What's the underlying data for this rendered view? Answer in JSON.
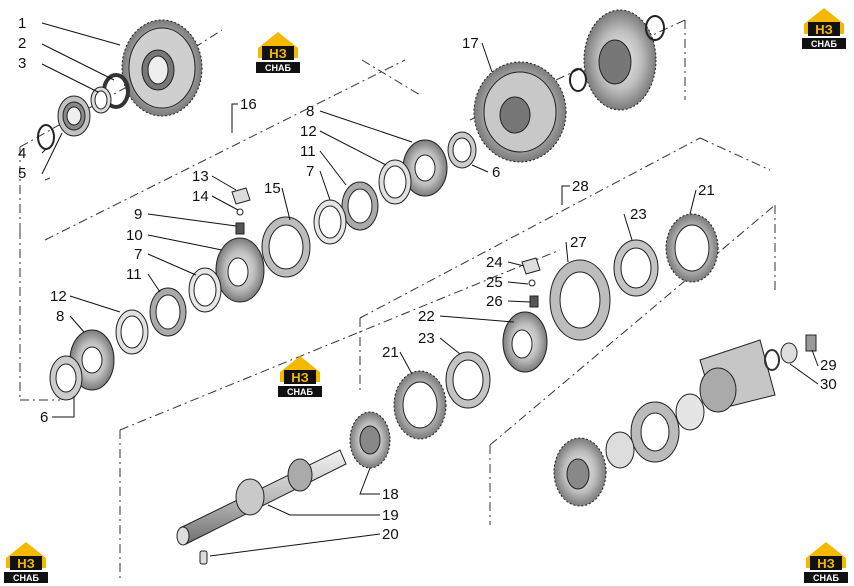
{
  "logos": [
    {
      "initials": "НЗ",
      "caption": "СНАБ"
    },
    {
      "initials": "НЗ",
      "caption": "СНАБ"
    },
    {
      "initials": "НЗ",
      "caption": "СНАБ"
    },
    {
      "initials": "НЗ",
      "caption": "СНАБ"
    },
    {
      "initials": "НЗ",
      "caption": "СНАБ"
    }
  ],
  "callouts": [
    "1",
    "2",
    "3",
    "4",
    "5",
    "16",
    "17",
    "6",
    "8",
    "12",
    "11",
    "7",
    "13",
    "14",
    "15",
    "9",
    "10",
    "7",
    "11",
    "12",
    "8",
    "6",
    "28",
    "21",
    "23",
    "27",
    "24",
    "25",
    "26",
    "22",
    "23",
    "21",
    "29",
    "30",
    "18",
    "19",
    "20"
  ],
  "colors": {
    "logo_yellow": "#f5b800",
    "logo_dark": "#111111",
    "part_light": "#d9d9d9",
    "part_mid": "#a8a8a8",
    "part_dark": "#6e6e6e"
  }
}
